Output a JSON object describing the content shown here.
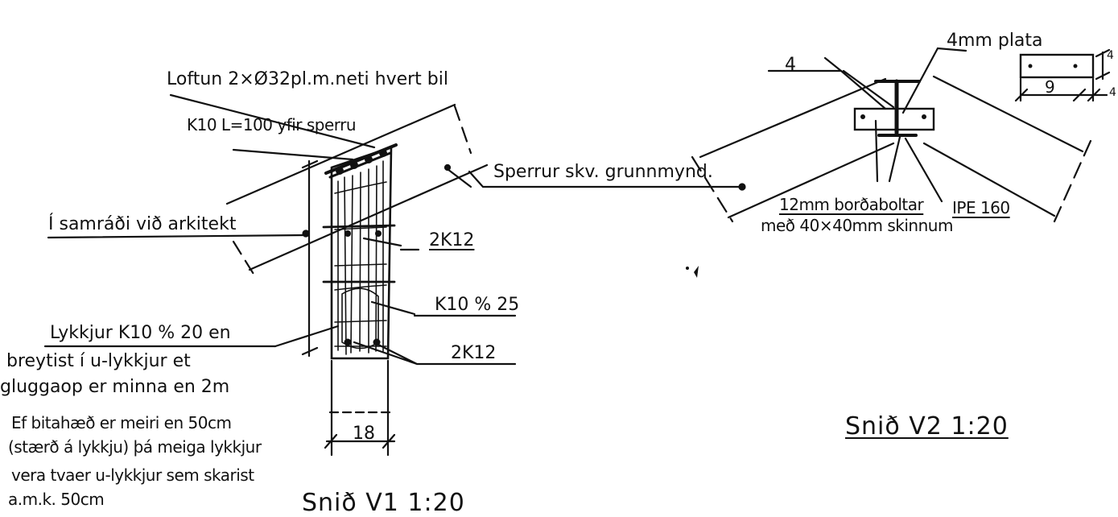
{
  "v1": {
    "note_loftun": "Loftun 2×Ø32pl.m.neti hvert bil",
    "note_k10": "K10 L=100 yfir sperru",
    "note_samradi": "Í samráði við arkitekt",
    "note_rebar_top": "2K12",
    "note_stirrup": "K10 % 25",
    "note_rebar_bottom": "2K12",
    "note_lykkjur_1": "Lykkjur K10 % 20 en",
    "note_lykkjur_2": "breytist í u-lykkjur et",
    "note_lykkjur_3": "gluggaop er minna en 2m",
    "note_ef_1": "Ef bitahæð er meiri en 50cm",
    "note_ef_2": "(stærð á lykkju) þá meiga lykkjur",
    "note_ef_3": "vera tvaer u-lykkjur sem skarist",
    "note_ef_4": "a.m.k. 50cm",
    "dim_width": "18",
    "title": "Snið V1  1:20"
  },
  "v2": {
    "label_weld": "4",
    "label_plate": "4mm plata",
    "dim_plate_w": "9",
    "dim_plate_h": "4",
    "dim_plate_t": "4",
    "label_sperrur": "Sperrur skv. grunnmynd.",
    "label_bolts_1": "12mm borðaboltar",
    "label_bolts_2": "með 40×40mm skinnum",
    "label_ipe": "IPE 160",
    "title": "Snið V2  1:20"
  },
  "colors": {
    "ink": "#111111",
    "paper": "#ffffff"
  }
}
